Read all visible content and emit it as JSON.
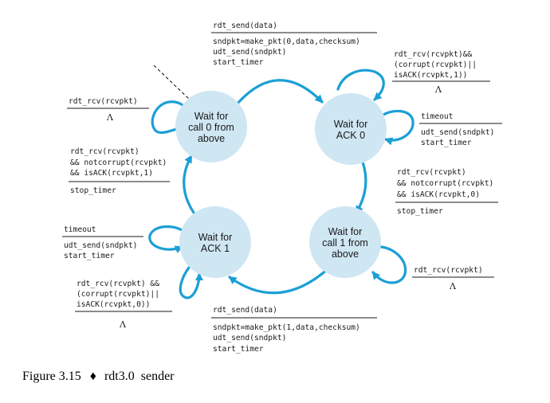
{
  "colors": {
    "state_fill": "#cfe6f3",
    "arrow": "#1b9fd6",
    "text": "#1a1a1a",
    "rule": "#1a1a1a"
  },
  "states": {
    "wait_call0": [
      "Wait for",
      "call 0 from",
      "above"
    ],
    "wait_ack0": [
      "Wait for",
      "ACK 0"
    ],
    "wait_ack1": [
      "Wait for",
      "ACK 1"
    ],
    "wait_call1": [
      "Wait for",
      "call 1 from",
      "above"
    ]
  },
  "transitions": {
    "top": {
      "event": [
        "rdt_send(data)"
      ],
      "actions": [
        "sndpkt=make_pkt(0,data,checksum)",
        "udt_send(sndpkt)",
        "start_timer"
      ]
    },
    "ack0_self_upper": {
      "event": [
        "rdt_rcv(rcvpkt)&&",
        "(corrupt(rcvpkt)||",
        "isACK(rcvpkt,1))"
      ],
      "actions": [
        "Λ"
      ]
    },
    "ack0_timeout": {
      "event": [
        "timeout"
      ],
      "actions": [
        "udt_send(sndpkt)",
        "start_timer"
      ]
    },
    "right": {
      "event": [
        "rdt_rcv(rcvpkt)",
        "&& notcorrupt(rcvpkt)",
        "&& isACK(rcvpkt,0)"
      ],
      "actions": [
        "stop_timer"
      ]
    },
    "call1_self": {
      "event": [
        "rdt_rcv(rcvpkt)"
      ],
      "actions": [
        "Λ"
      ]
    },
    "bottom": {
      "event": [
        "rdt_send(data)"
      ],
      "actions": [
        "sndpkt=make_pkt(1,data,checksum)",
        "udt_send(sndpkt)",
        "start_timer"
      ]
    },
    "ack1_self_lower": {
      "event": [
        "rdt_rcv(rcvpkt) &&",
        "(corrupt(rcvpkt)||",
        "isACK(rcvpkt,0))"
      ],
      "actions": [
        "Λ"
      ]
    },
    "ack1_timeout": {
      "event": [
        "timeout"
      ],
      "actions": [
        "udt_send(sndpkt)",
        "start_timer"
      ]
    },
    "left": {
      "event": [
        "rdt_rcv(rcvpkt)",
        "&& notcorrupt(rcvpkt)",
        "&& isACK(rcvpkt,1)"
      ],
      "actions": [
        "stop_timer"
      ]
    },
    "call0_self": {
      "event": [
        "rdt_rcv(rcvpkt)"
      ],
      "actions": [
        "Λ"
      ]
    }
  },
  "caption": {
    "number": "Figure 3.15",
    "bullet": "♦",
    "code": "rdt3.0",
    "rest": " sender"
  }
}
